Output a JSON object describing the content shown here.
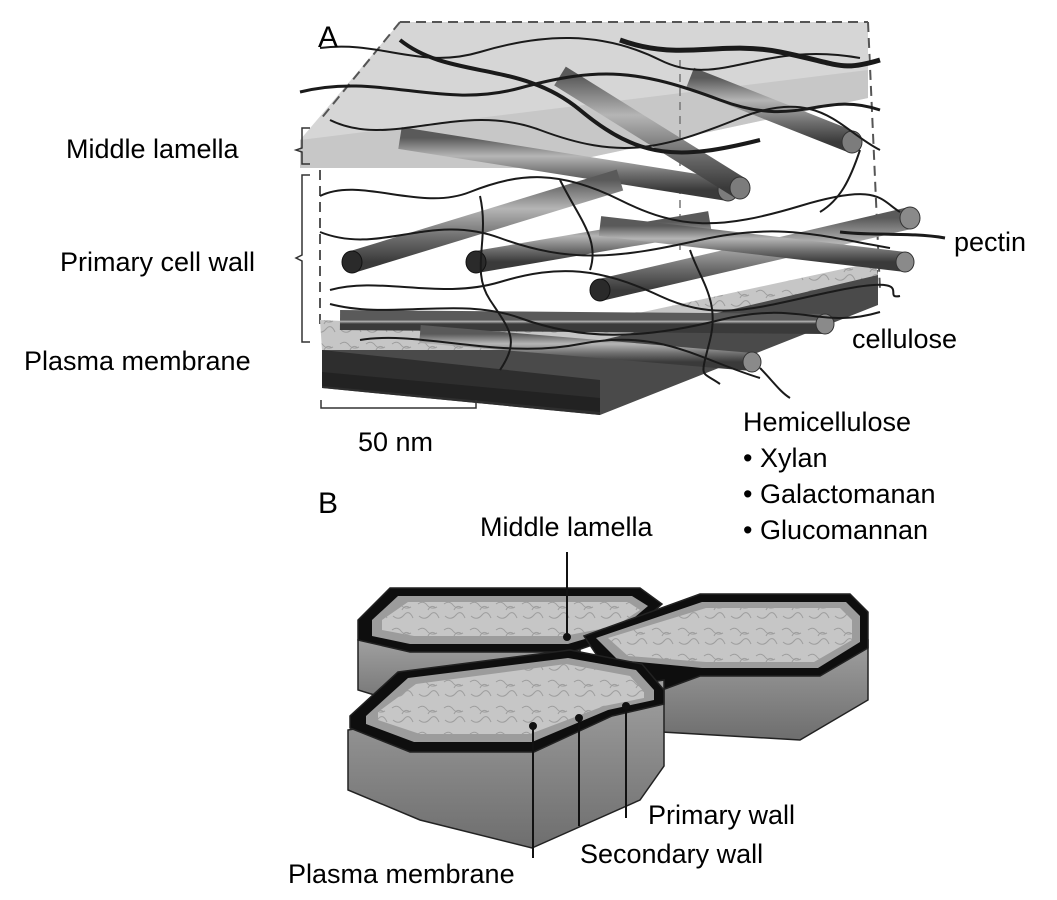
{
  "panel_a": {
    "letter": "A",
    "labels": {
      "middle_lamella": "Middle lamella",
      "primary_cell_wall": "Primary cell wall",
      "plasma_membrane": "Plasma membrane",
      "pectin": "pectin",
      "cellulose": "cellulose",
      "scale": "50 nm"
    },
    "hemicellulose": {
      "title": "Hemicellulose",
      "items": [
        "• Xylan",
        "• Galactomanan",
        "• Glucomannan"
      ]
    }
  },
  "panel_b": {
    "letter": "B",
    "labels": {
      "middle_lamella": "Middle lamella",
      "primary_wall": "Primary wall",
      "secondary_wall": "Secondary wall",
      "plasma_membrane": "Plasma membrane"
    }
  },
  "colors": {
    "cellulose": "#8a8a8a",
    "pectin_strand": "#1a1a1a",
    "lamella_sheet": "#c8c8c8",
    "membrane": "#3a3a3a",
    "cell_side": "#8c8c8c",
    "cell_wall_black": "#111111",
    "cytoplasm": "#c4c4c4"
  }
}
